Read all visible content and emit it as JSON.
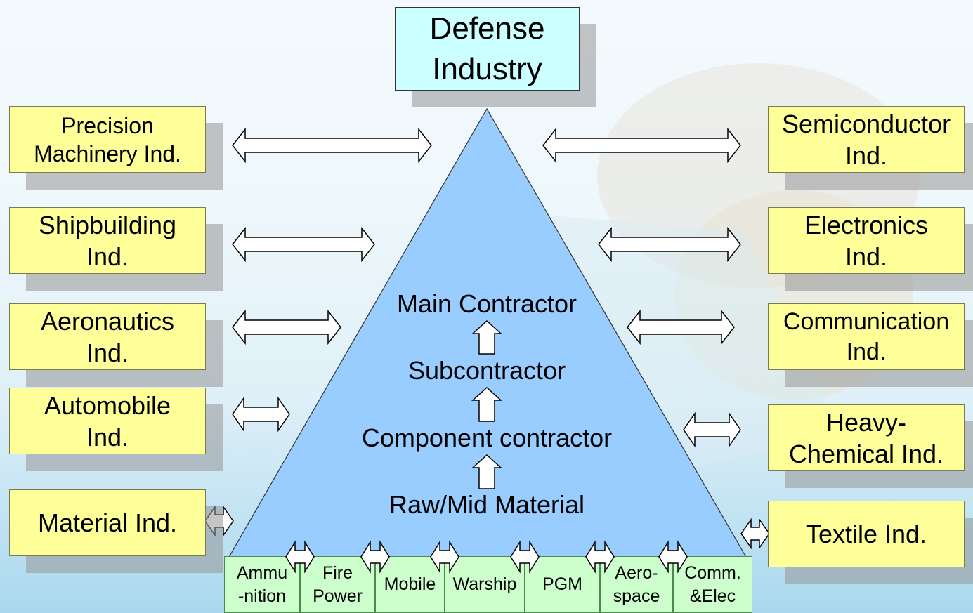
{
  "top": {
    "label": "Defense\nIndustry"
  },
  "left_industries": [
    {
      "label": "Precision\nMachinery Ind."
    },
    {
      "label": "Shipbuilding\nInd."
    },
    {
      "label": "Aeronautics\nInd."
    },
    {
      "label": "Automobile\nInd."
    },
    {
      "label": "Material Ind."
    }
  ],
  "right_industries": [
    {
      "label": "Semiconductor\nInd."
    },
    {
      "label": "Electronics\nInd."
    },
    {
      "label": "Communication\nInd."
    },
    {
      "label": "Heavy-\nChemical Ind."
    },
    {
      "label": "Textile Ind."
    }
  ],
  "levels": [
    {
      "label": "Main Contractor"
    },
    {
      "label": "Subcontractor"
    },
    {
      "label": "Component contractor"
    },
    {
      "label": "Raw/Mid Material"
    }
  ],
  "sectors": [
    {
      "label": "Ammu\n-nition"
    },
    {
      "label": "Fire\nPower"
    },
    {
      "label": "Mobile"
    },
    {
      "label": "Warship"
    },
    {
      "label": "PGM"
    },
    {
      "label": "Aero-\nspace"
    },
    {
      "label": "Comm.\n&Elec"
    }
  ],
  "colors": {
    "pyramid": "#99ccff",
    "industry_box": "#ffff99",
    "defense_box": "#ccffff",
    "sector_box": "#ccffcc"
  }
}
